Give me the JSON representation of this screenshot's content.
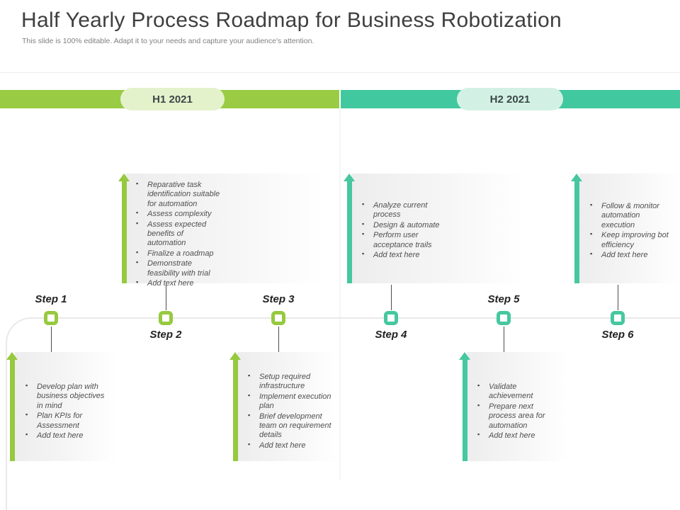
{
  "header": {
    "title": "Half Yearly Process Roadmap for Business Robotization",
    "subtitle": "This slide is 100% editable. Adapt it to your needs and capture your audience's attention."
  },
  "periods": [
    {
      "label": "H1 2021",
      "bar_color": "#9acb44",
      "pill_color": "#e4f2cc"
    },
    {
      "label": "H2 2021",
      "bar_color": "#42c89e",
      "pill_color": "#d2f1e4"
    }
  ],
  "steps": [
    {
      "label": "Step 1"
    },
    {
      "label": "Step 2"
    },
    {
      "label": "Step 3"
    },
    {
      "label": "Step 4"
    },
    {
      "label": "Step 5"
    },
    {
      "label": "Step 6"
    }
  ],
  "callouts": {
    "top": [
      {
        "items": [
          "Reparative task identification suitable for automation",
          "Assess complexity",
          "Assess expected benefits of automation",
          "Finalize a roadmap",
          "Demonstrate feasibility with trial",
          "Add text here"
        ]
      },
      {
        "items": [
          "Analyze current process",
          "Design & automate",
          "Perform user acceptance trails",
          "Add text here"
        ]
      },
      {
        "items": [
          "Follow & monitor automation execution",
          "Keep improving bot efficiency",
          "Add text here"
        ]
      }
    ],
    "bottom": [
      {
        "items": [
          "Develop plan with business objectives in mind",
          "Plan KPIs for Assessment",
          "Add text here"
        ]
      },
      {
        "items": [
          "Setup required infrastructure",
          "Implement execution plan",
          "Brief development team on requirement details",
          "Add text here"
        ]
      },
      {
        "items": [
          "Validate achievement",
          "Prepare next process area for automation",
          "Add text here"
        ]
      }
    ]
  },
  "colors": {
    "green": "#96c93e",
    "teal": "#46c79f",
    "timeline_line": "#e9e9e9"
  }
}
